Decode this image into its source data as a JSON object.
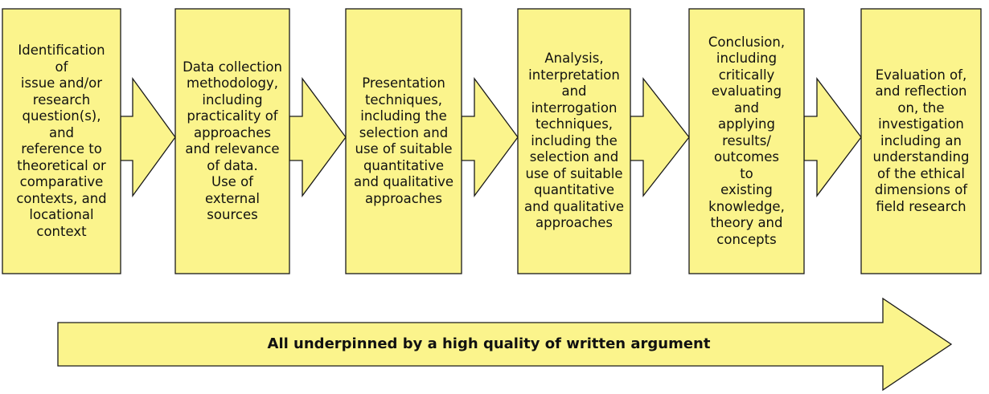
{
  "colors": {
    "fill": "#fbf48c",
    "stroke": "#1a1a1a"
  },
  "stages": [
    {
      "id": "issue",
      "text": "Identification\nof\nissue and/or\nresearch\nquestion(s),\nand\nreference to\ntheoretical or\ncomparative\ncontexts, and\nlocational\ncontext"
    },
    {
      "id": "data-collection",
      "text": "Data collection\nmethodology,\nincluding\npracticality of\napproaches\nand relevance\nof data.\nUse of\nexternal\nsources"
    },
    {
      "id": "presentation",
      "text": "Presentation\ntechniques,\nincluding the\nselection and\nuse of suitable\nquantitative\nand qualitative\napproaches"
    },
    {
      "id": "analysis",
      "text": "Analysis,\ninterpretation\nand\ninterrogation\ntechniques,\nincluding the\nselection and\nuse of suitable\nquantitative\nand qualitative\napproaches"
    },
    {
      "id": "conclusion",
      "text": "Conclusion,\nincluding\ncritically\nevaluating\nand\napplying\nresults/\noutcomes\nto\nexisting\nknowledge,\ntheory and\nconcepts"
    },
    {
      "id": "evaluation",
      "text": "Evaluation of,\nand reflection\non, the\ninvestigation\nincluding an\nunderstanding\nof the ethical\ndimensions of\nfield research"
    }
  ],
  "banner": {
    "text": "All underpinned by a high quality of written argument"
  }
}
